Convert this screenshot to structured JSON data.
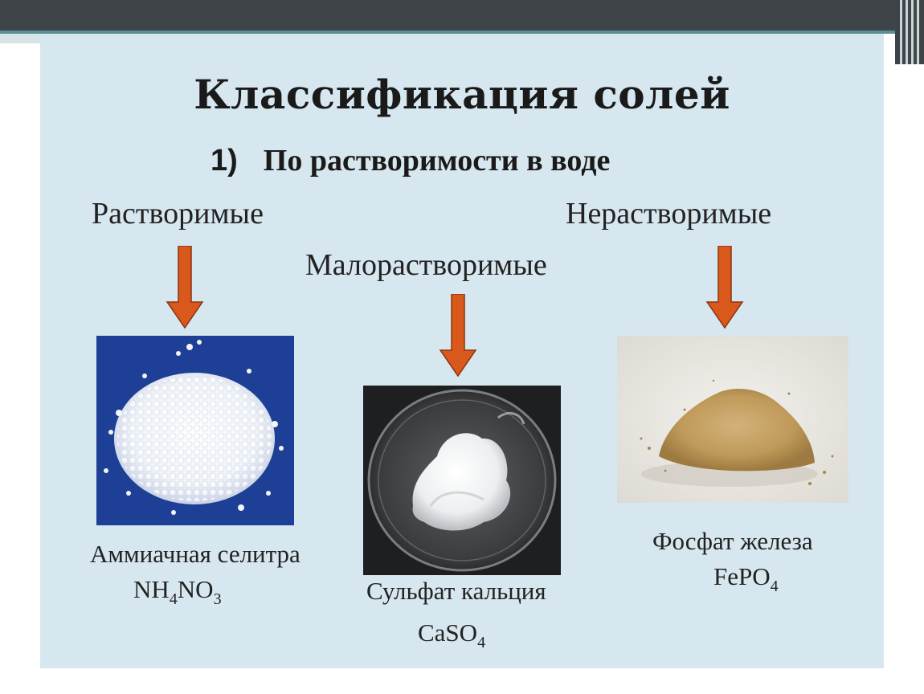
{
  "slide": {
    "title": "Классификация солей",
    "subtitle_number": "1)",
    "subtitle_text": "По растворимости в воде"
  },
  "categories": {
    "soluble": "Растворимые",
    "slightly_soluble": "Малорастворимые",
    "insoluble": "Нерастворимые"
  },
  "examples": {
    "soluble": {
      "name": "Аммиачная селитра",
      "f1": "NH",
      "s1": "4",
      "f2": "NO",
      "s2": "3"
    },
    "slightly_soluble": {
      "name": "Сульфат кальция",
      "f1": "CaSO",
      "s1": "4"
    },
    "insoluble": {
      "name": "Фосфат железа",
      "f1": "FePO",
      "s1": "4"
    }
  },
  "colors": {
    "arrow": "#d9591c",
    "slide_background": "#d7e7ef",
    "top_bar": "#3f4449"
  },
  "icons": [
    "arrow-down-icon",
    "arrow-down-icon",
    "arrow-down-icon"
  ]
}
